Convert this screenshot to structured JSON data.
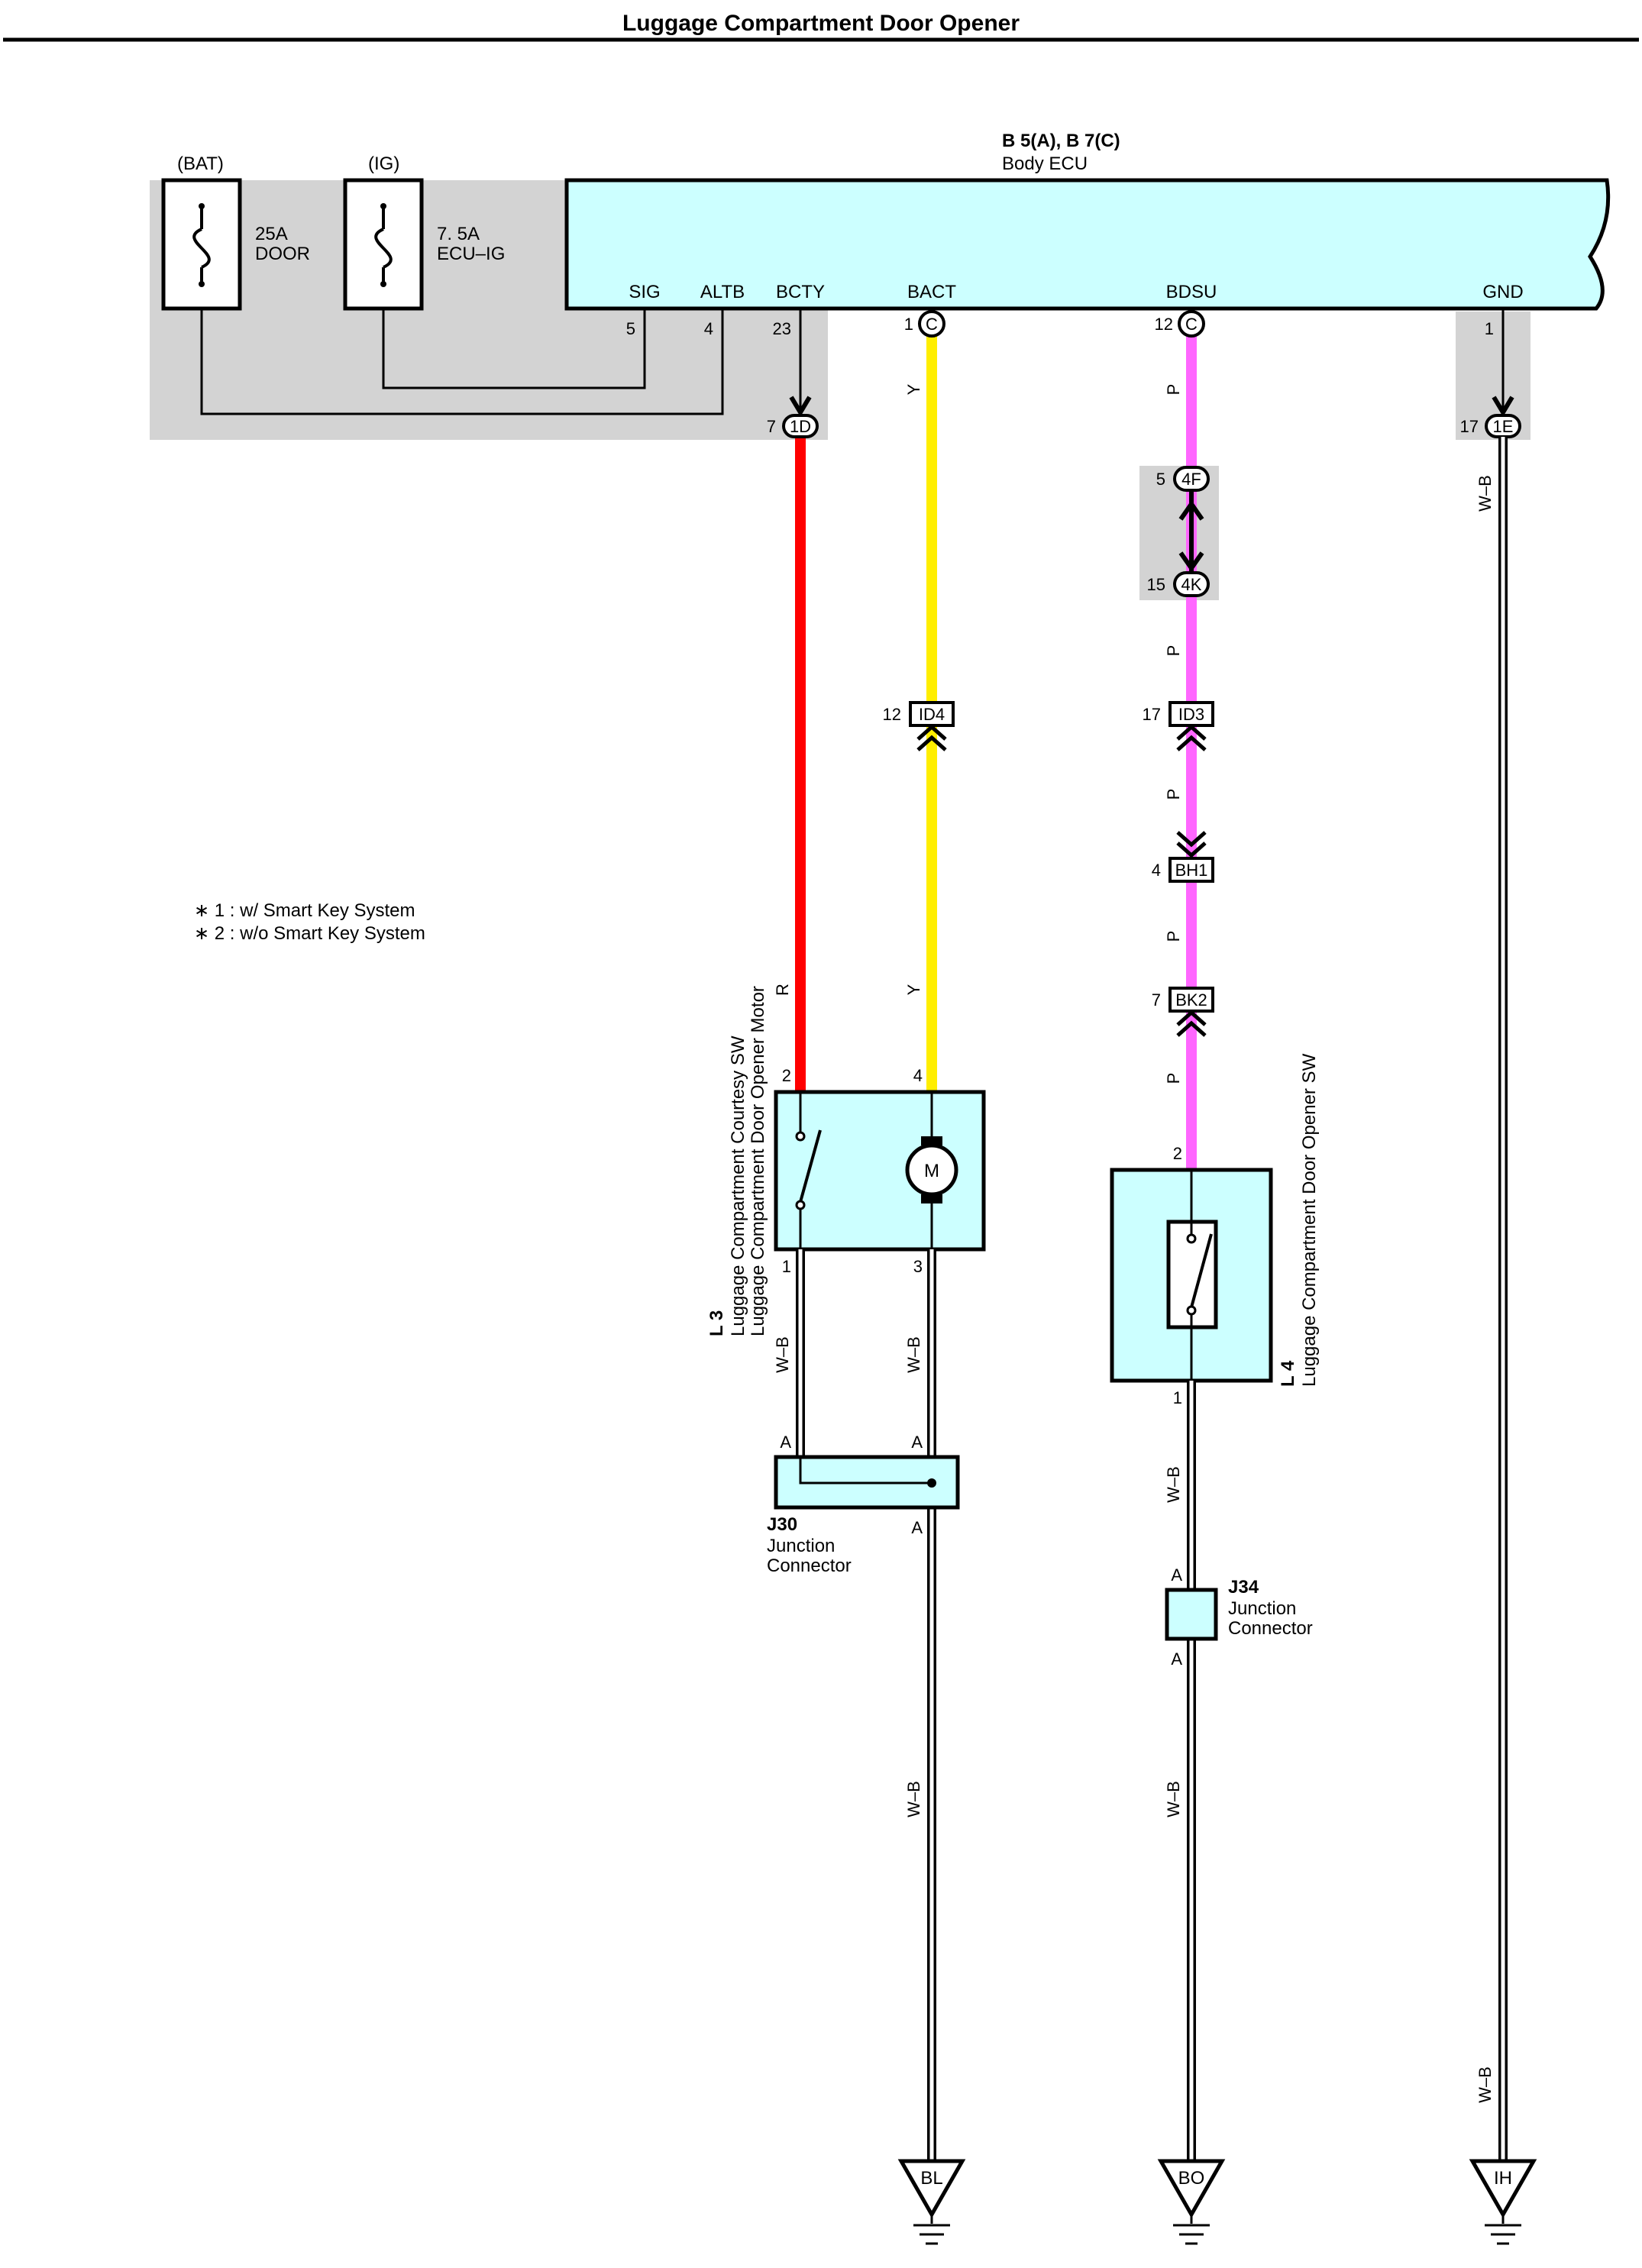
{
  "title": "Luggage Compartment Door Opener",
  "colors": {
    "ecu_fill": "#ccffff",
    "shade": "#d3d3d3",
    "wire_red": "#ff0000",
    "wire_yellow": "#ffee00",
    "wire_pink": "#ff66ff"
  },
  "fuses": [
    {
      "source": "(BAT)",
      "rating": "25A",
      "name": "DOOR"
    },
    {
      "source": "(IG)",
      "rating": "7. 5A",
      "name": "ECU–IG"
    }
  ],
  "ecu": {
    "code": "B 5(A), B 7(C)",
    "name": "Body ECU",
    "terminals": [
      {
        "label": "SIG",
        "pin": "5"
      },
      {
        "label": "ALTB",
        "pin": "4"
      },
      {
        "label": "BCTY",
        "pin": "23"
      },
      {
        "label": "BACT",
        "pin": "1",
        "connector": "C"
      },
      {
        "label": "BDSU",
        "pin": "12",
        "connector": "C"
      },
      {
        "label": "GND",
        "pin": "1"
      }
    ]
  },
  "connectors": [
    {
      "id": "1D",
      "pin": "7"
    },
    {
      "id": "1E",
      "pin": "17"
    },
    {
      "id": "4F",
      "pin": "5"
    },
    {
      "id": "4K",
      "pin": "15"
    },
    {
      "id": "ID4",
      "pin": "12"
    },
    {
      "id": "ID3",
      "pin": "17"
    },
    {
      "id": "BH1",
      "pin": "4"
    },
    {
      "id": "BK2",
      "pin": "7"
    }
  ],
  "wire_colors": {
    "red": "R",
    "yellow": "Y",
    "pink": "P",
    "ground": "W–B"
  },
  "notes": [
    "∗ 1 : w/ Smart Key System",
    "∗ 2 : w/o Smart Key System"
  ],
  "components": {
    "l3": {
      "code": "L 3",
      "line1": "Luggage Compartment Courtesy SW",
      "line2": "Luggage Compartment Door Opener Motor",
      "pins": [
        "2",
        "4",
        "1",
        "3"
      ],
      "motor_symbol": "M"
    },
    "l4": {
      "code": "L 4",
      "name": "Luggage Compartment Door Opener SW",
      "pins": [
        "2",
        "1"
      ]
    },
    "j30": {
      "code": "J30",
      "line1": "Junction",
      "line2": "Connector",
      "pin": "A"
    },
    "j34": {
      "code": "J34",
      "line1": "Junction",
      "line2": "Connector",
      "pin": "A"
    }
  },
  "grounds": [
    "BL",
    "BO",
    "IH"
  ]
}
